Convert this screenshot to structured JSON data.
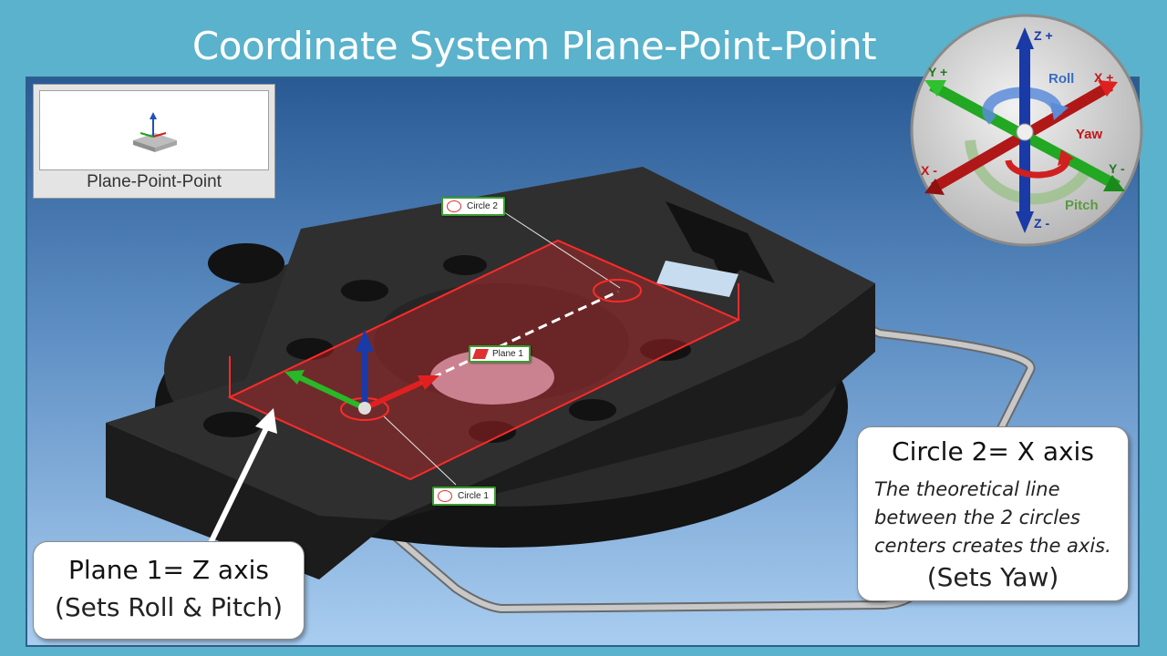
{
  "title": "Coordinate System Plane-Point-Point",
  "toolbar": {
    "button_label": "Plane-Point-Point",
    "icon": "coordinate-system-icon"
  },
  "badges": {
    "circle2": "Circle 2",
    "plane1": "Plane 1",
    "circle1": "Circle 1"
  },
  "callout_plane": {
    "heading": "Plane 1= Z axis",
    "sub": "(Sets Roll & Pitch)"
  },
  "callout_circle": {
    "heading": "Circle 2= X axis",
    "line1": "The theoretical line",
    "line2": "between the 2 circles",
    "line3": "centers creates the axis.",
    "sub": "(Sets Yaw)"
  },
  "gizmo": {
    "z_plus": "Z +",
    "z_minus": "Z -",
    "y_plus": "Y +",
    "y_minus": "Y -",
    "x_plus": "X +",
    "x_minus": "X -",
    "roll": "Roll",
    "yaw": "Yaw",
    "pitch": "Pitch"
  },
  "colors": {
    "x_axis": "#e02020",
    "y_axis": "#20b020",
    "z_axis": "#1a3aa8",
    "roll": "#3a6cc0",
    "yaw": "#d02020",
    "pitch": "#5a9a40"
  }
}
